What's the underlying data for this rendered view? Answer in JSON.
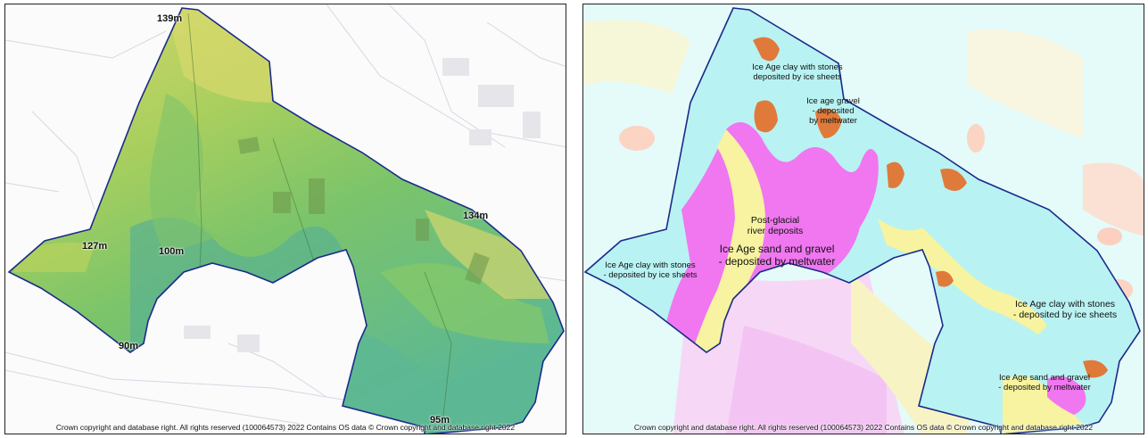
{
  "copyright": "Crown copyright and database right. All rights reserved (100064573) 2022  Contains OS data © Crown copyright and database right 2022",
  "colors": {
    "boundary": "#1a2a8a",
    "elevation_high": "#d8d86a",
    "elevation_mid": "#9ccc5a",
    "elevation_low": "#58b48a",
    "ice_clay": "#b9f2f2",
    "sand_gravel": "#f077f0",
    "gravel": "#e07a3a",
    "river_deposits": "#f7f3a0"
  },
  "left_map": {
    "elevations": [
      {
        "label": "139m"
      },
      {
        "label": "134m"
      },
      {
        "label": "127m"
      },
      {
        "label": "100m"
      },
      {
        "label": "90m"
      },
      {
        "label": "95m"
      }
    ]
  },
  "right_map": {
    "labels": [
      {
        "text": "Ice Age clay with stones\ndeposited by ice sheets"
      },
      {
        "text": "Ice age gravel\n- deposited\nby meltwater"
      },
      {
        "text": "Post-glacial\nriver deposits"
      },
      {
        "text": "Ice Age sand and gravel\n- deposited by meltwater"
      },
      {
        "text": "Ice Age clay with stones\n- deposited by ice sheets"
      },
      {
        "text": "Ice Age clay with stones\n- deposited by ice sheets"
      },
      {
        "text": "Ice Age sand and gravel\n- deposited by meltwater"
      }
    ]
  }
}
